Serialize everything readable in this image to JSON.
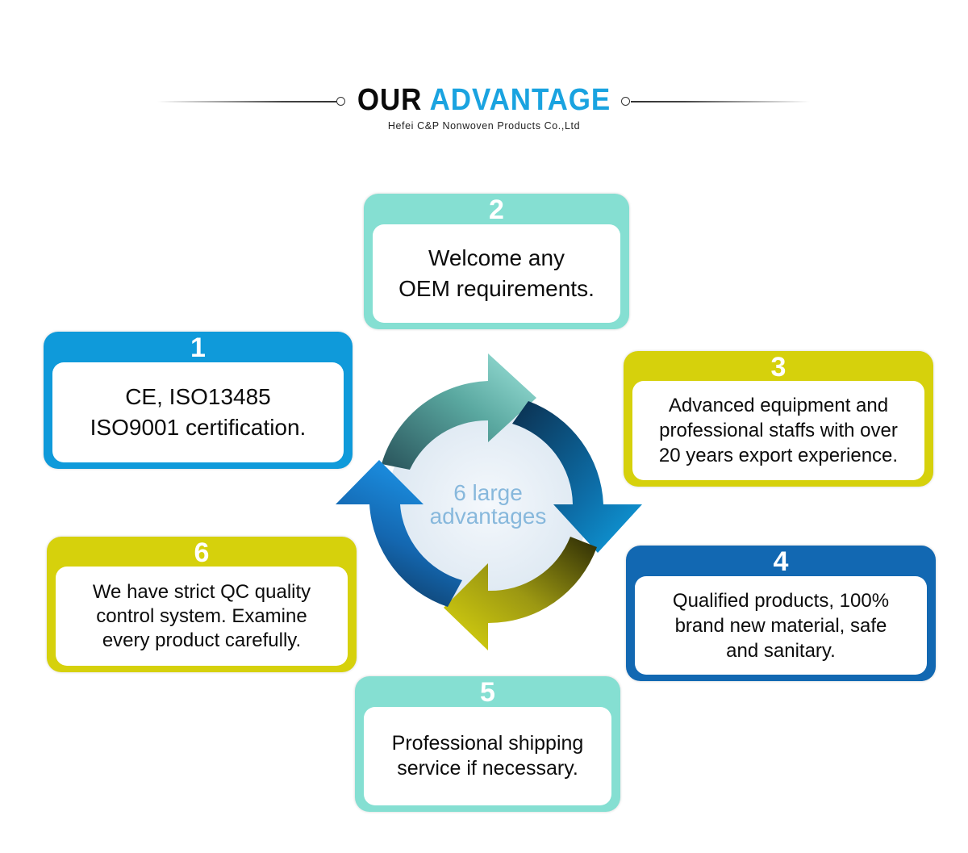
{
  "header": {
    "title_part1": "OUR",
    "title_part2": "ADVANTAGE",
    "subtitle": "Hefei C&P Nonwoven Products Co.,Ltd"
  },
  "center_label": "6 large\nadvantages",
  "advantages": [
    {
      "number": "1",
      "text": "CE, ISO13485\nISO9001 certification."
    },
    {
      "number": "2",
      "text": "Welcome any\nOEM requirements."
    },
    {
      "number": "3",
      "text": "Advanced equipment and\nprofessional staffs with over\n20 years export experience."
    },
    {
      "number": "4",
      "text": "Qualified products, 100%\nbrand new material, safe\nand sanitary."
    },
    {
      "number": "5",
      "text": "Professional shipping\nservice if necessary."
    },
    {
      "number": "6",
      "text": "We have strict QC quality\ncontrol system. Examine\nevery product carefully."
    }
  ],
  "colors": {
    "title_accent": "#1aa3e0",
    "card_blue": "#0f9ada",
    "card_teal": "#85dfd2",
    "card_yellow": "#d6d10c",
    "card_navy": "#1268b2",
    "center_text": "#87b8dc"
  }
}
